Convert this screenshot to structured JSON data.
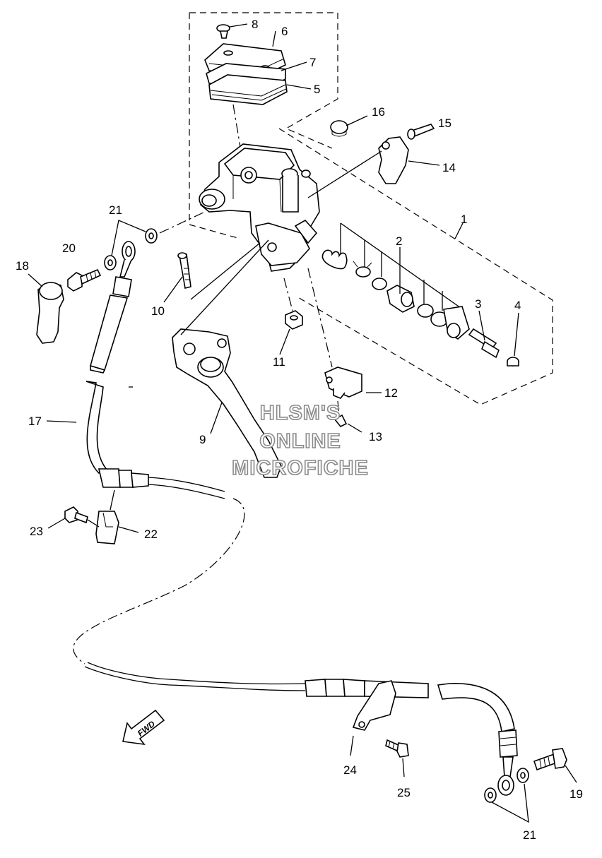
{
  "watermark": {
    "line1": "HLSM'S",
    "line2": "ONLINE",
    "line3": "MICROFICHE"
  },
  "fwd_label": "FWD",
  "callouts": {
    "p1": "1",
    "p2": "2",
    "p3": "3",
    "p4": "4",
    "p5": "5",
    "p6": "6",
    "p7": "7",
    "p8": "8",
    "p9": "9",
    "p10": "10",
    "p11": "11",
    "p12": "12",
    "p13": "13",
    "p14": "14",
    "p15": "15",
    "p16": "16",
    "p17": "17",
    "p18": "18",
    "p19": "19",
    "p20": "20",
    "p21a": "21",
    "p21b": "21",
    "p22": "22",
    "p23": "23",
    "p24": "24",
    "p25": "25"
  }
}
